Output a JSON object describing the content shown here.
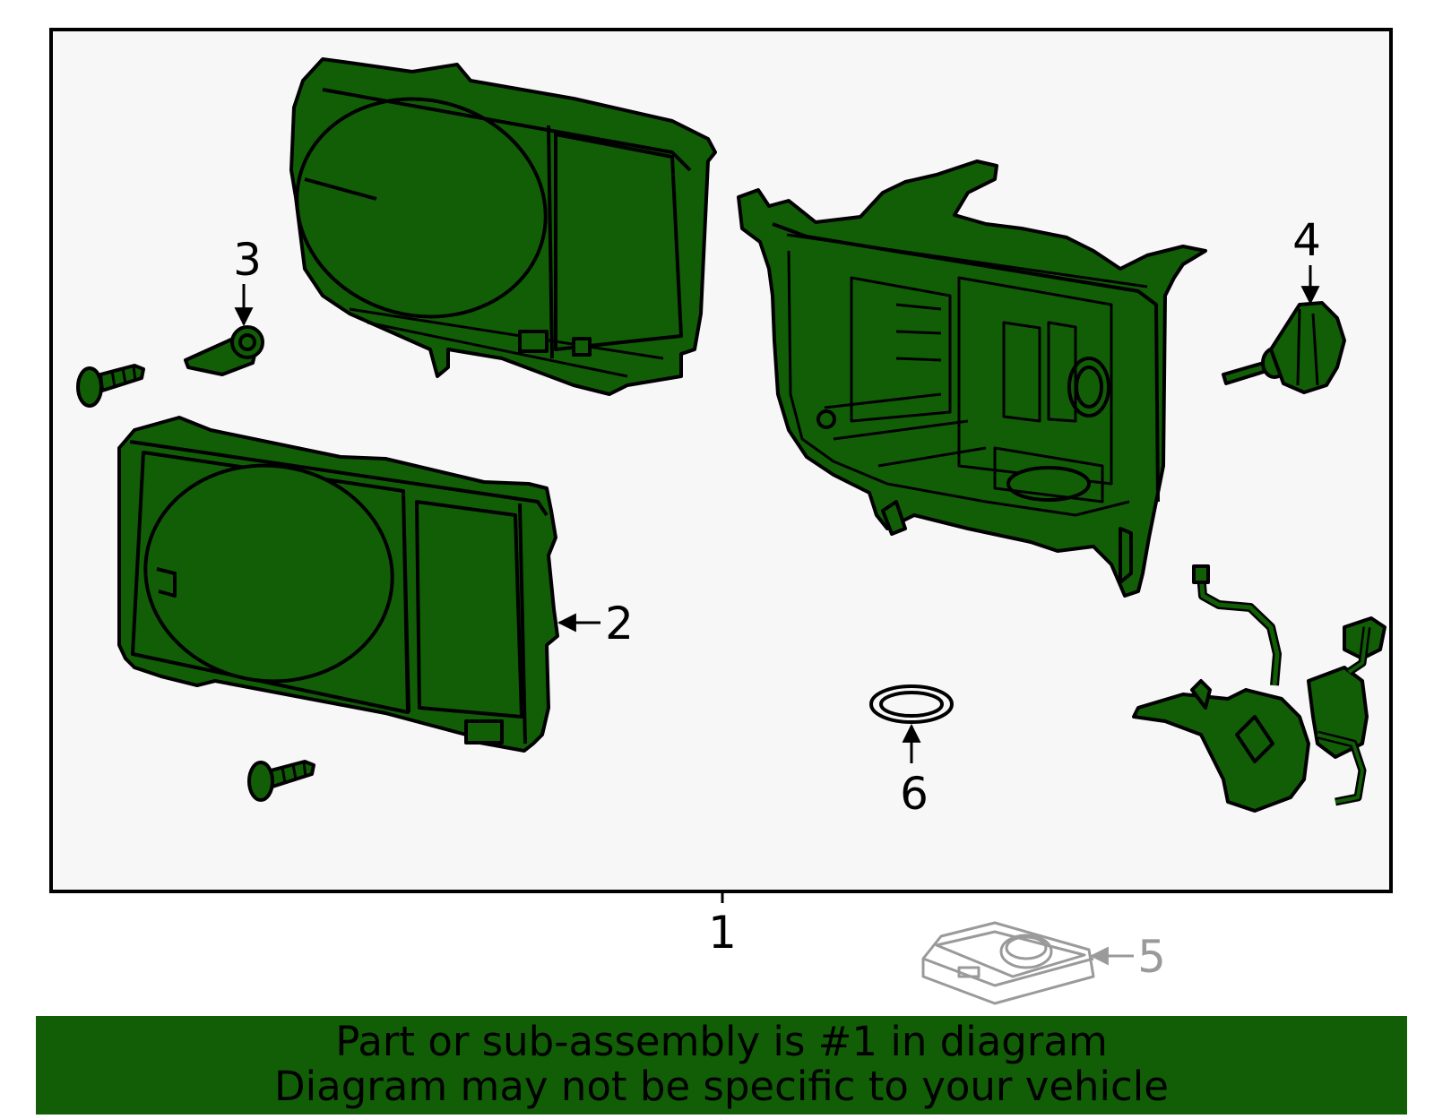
{
  "colors": {
    "part_fill": "#115e07",
    "frame_bg": "#f7f7f7",
    "banner_bg": "#115e07",
    "ghost": "#9a9a9a"
  },
  "callouts": {
    "c1": "1",
    "c2": "2",
    "c3": "3",
    "c4": "4",
    "c5": "5",
    "c6": "6"
  },
  "banner": {
    "line1": "Part or sub-assembly is #1 in diagram",
    "line2": "Diagram may not be specific to your vehicle"
  }
}
